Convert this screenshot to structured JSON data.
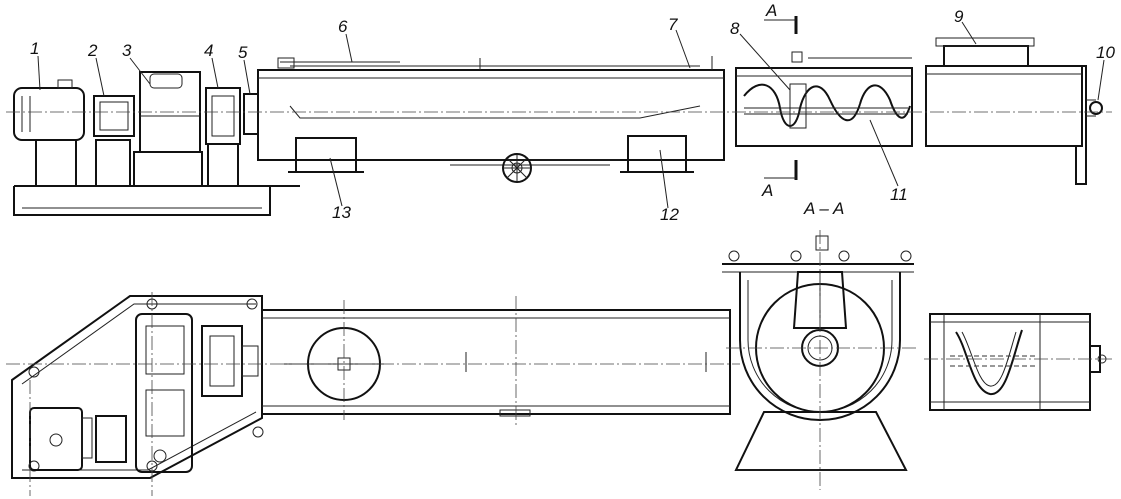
{
  "labels": {
    "l1": "1",
    "l2": "2",
    "l3": "3",
    "l4": "4",
    "l5": "5",
    "l6": "6",
    "l7": "7",
    "l8": "8",
    "l9": "9",
    "l10": "10",
    "l11": "11",
    "l12": "12",
    "l13": "13",
    "section_top": "A",
    "section_bottom": "A",
    "section_title": "A – A"
  }
}
